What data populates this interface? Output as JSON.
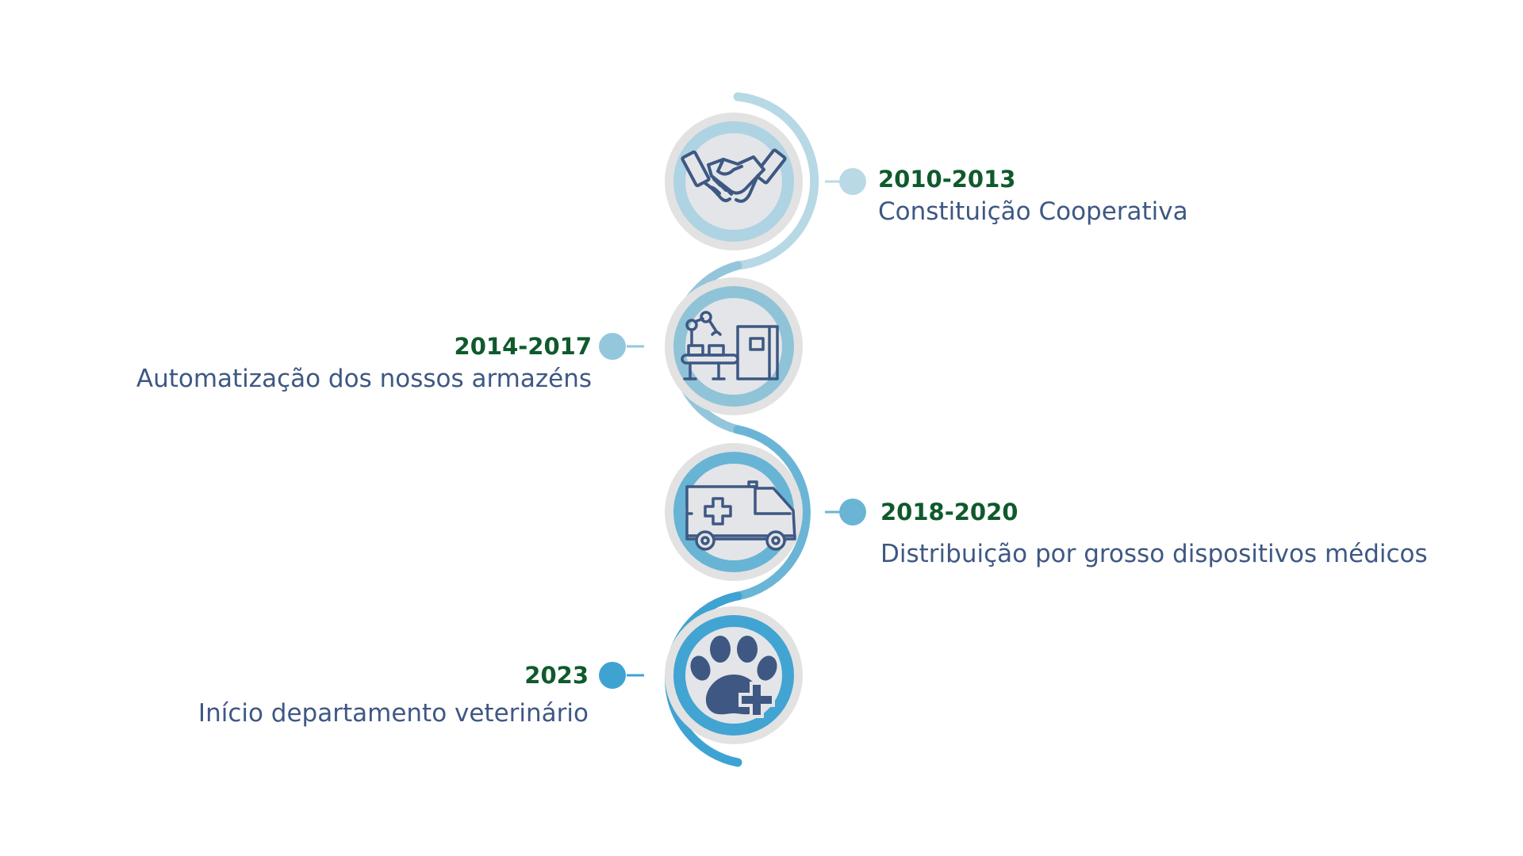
{
  "timeline": {
    "milestones": [
      {
        "year": "2010-2013",
        "label": "Constituição Cooperativa",
        "icon": "handshake-icon",
        "side": "right",
        "dot_color": "#b9d9e6",
        "ring_color": "#aed3e2"
      },
      {
        "year": "2014-2017",
        "label": "Automatização dos nossos armazéns",
        "icon": "robotic-warehouse-icon",
        "side": "left",
        "dot_color": "#94c7dc",
        "ring_color": "#8fc3d8"
      },
      {
        "year": "2018-2020",
        "label": "Distribuição por grosso dispositivos médicos",
        "icon": "ambulance-icon",
        "side": "right",
        "dot_color": "#6ab5d6",
        "ring_color": "#68b4d5"
      },
      {
        "year": "2023",
        "label": "Início departamento veterinário",
        "icon": "paw-medical-icon",
        "side": "left",
        "dot_color": "#3fa3d2",
        "ring_color": "#42a4d2"
      }
    ]
  },
  "colors": {
    "year_text": "#0f5a2c",
    "label_text": "#3e5883",
    "icon_stroke": "#3e5883",
    "outer_ring": "#e2e2e2",
    "inner_disc": "#e3e5e8"
  }
}
